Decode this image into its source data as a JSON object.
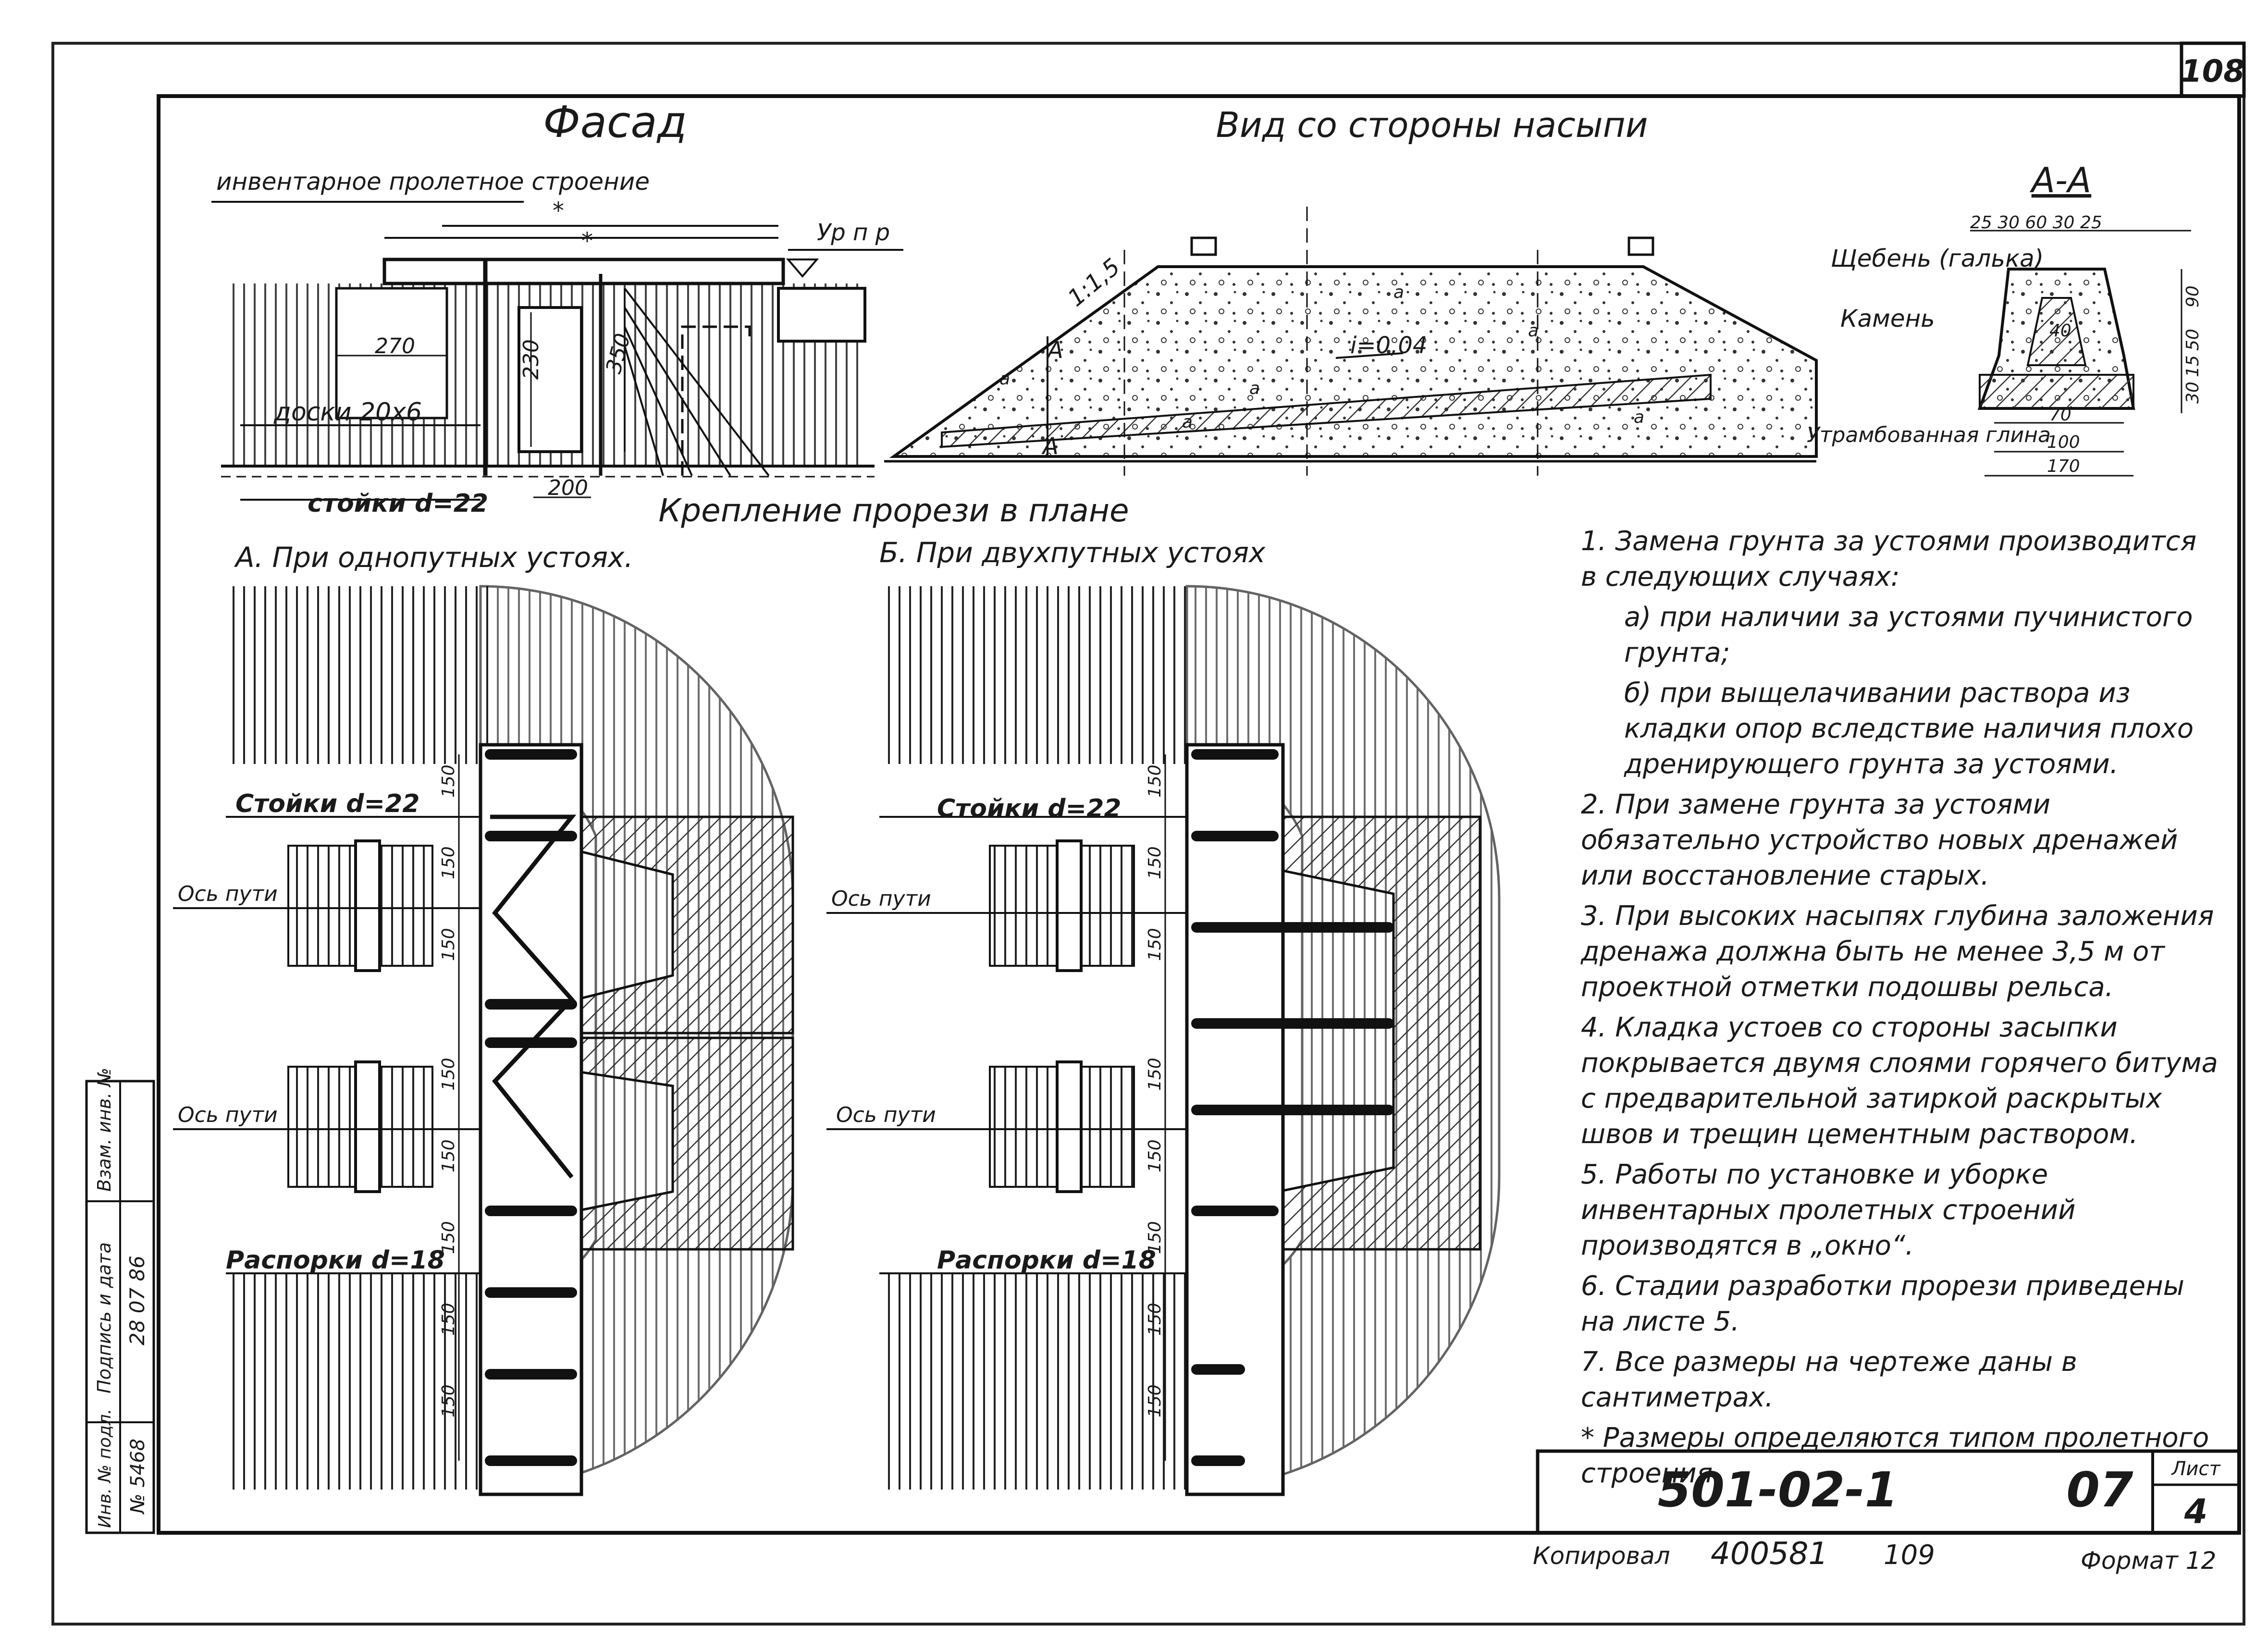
{
  "sheet_number": "108",
  "titles": {
    "facade": "Фасад",
    "embankment_view": "Вид со стороны насыпи",
    "section_aa": "А-А",
    "plan_title": "Крепление прорези в плане",
    "plan_a": "А. При однопутных устоях.",
    "plan_b": "Б. При двухпутных устоях"
  },
  "facade_labels": {
    "span": "инвентарное пролетное строение",
    "star1": "*",
    "star2": "*",
    "level": "Ур п р",
    "dim_270": "270",
    "dim_230": "230",
    "dim_350": "350",
    "dim_200": "200",
    "boards": "доски 20х6",
    "posts": "стойки d=22"
  },
  "embankment_labels": {
    "slope": "1:1,5",
    "gradient": "i=0,04",
    "mark_a": "А",
    "mark_a2": "А",
    "clay": "Утрамбованная глина",
    "letters": [
      "а",
      "а",
      "а",
      "а",
      "а",
      "а"
    ]
  },
  "section_labels": {
    "gravel": "Щебень (галька)",
    "stone": "Камень",
    "dims_top": "25 30  60  30 25",
    "dim_70": "70",
    "dim_100": "100",
    "dim_170": "170",
    "dim_40": "40",
    "dim_90": "90",
    "dim_50": "50",
    "dim_15": "15",
    "dim_30": "30"
  },
  "plan_labels": {
    "posts": "Стойки d=22",
    "struts": "Распорки d=18",
    "track_axis": "Ось пути",
    "dims": [
      "150",
      "150",
      "150",
      "150",
      "150",
      "150",
      "150",
      "150"
    ]
  },
  "notes": [
    "1. Замена грунта за устоями производится в следующих случаях:",
    "а) при наличии за устоями пучинистого грунта;",
    "б) при выщелачивании раствора из кладки опор вследствие наличия плохо дренирующего грунта за устоями.",
    "2. При замене грунта за устоями обязательно устройство новых дренажей или восстановление старых.",
    "3. При высоких насыпях глубина заложения дренажа должна быть не менее 3,5 м от проектной отметки подошвы рельса.",
    "4. Кладка устоев со стороны засыпки покрывается двумя слоями горячего битума с предварительной затиркой раскрытых швов и трещин цементным раствором.",
    "5. Работы по установке и уборке инвентарных пролетных строений производятся в „окно“.",
    "6. Стадии разработки прорези приведены на листе 5.",
    "7. Все размеры на чертеже даны в сантиметрах.",
    "* Размеры определяются типом пролетного строения."
  ],
  "stamp": {
    "code": "501-02-1",
    "part": "07",
    "sheet_label": "Лист",
    "sheet": "4",
    "copied_label": "Копировал",
    "copied_value": "400581",
    "copied_num": "109",
    "format": "Формат 12"
  },
  "side_stamp": {
    "inv": "№ 5468",
    "date": "28 07 86",
    "sign": "Подпись и дата",
    "inv_label": "Инв. № подл.",
    "instead": "Взам. инв. №"
  },
  "colors": {
    "ink": "#1a1a1a",
    "paper": "#ffffff",
    "hatch": "#333333"
  }
}
